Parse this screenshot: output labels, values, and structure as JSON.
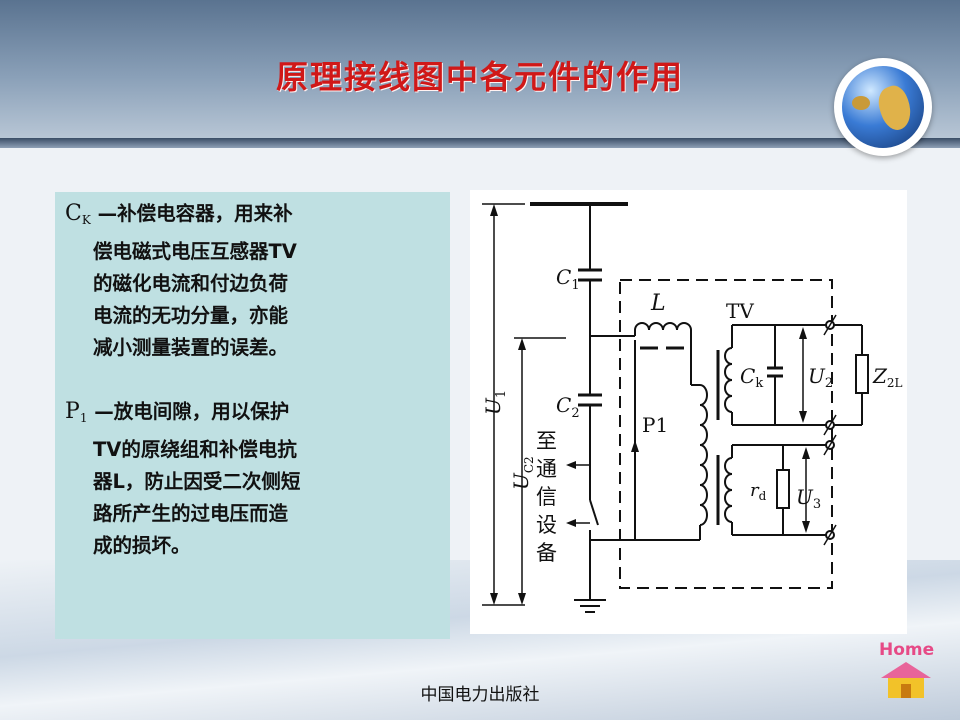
{
  "slide": {
    "title": "原理接线图中各元件的作用",
    "footer": "中国电力出版社",
    "home_label": "Home"
  },
  "text_panel": {
    "item1": {
      "symbol": "C",
      "subscript": "K",
      "first_line": "—补偿电容器，用来补",
      "lines": [
        "偿电磁式电压互感器TV",
        "的磁化电流和付边负荷",
        "电流的无功分量，亦能",
        "减小测量装置的误差。"
      ]
    },
    "item2": {
      "symbol": "P",
      "subscript": "1",
      "first_line": "—放电间隙，用以保护",
      "lines": [
        "TV的原绕组和补偿电抗",
        "器L，防止因受二次侧短",
        "路所产生的过电压而造",
        "成的损坏。"
      ]
    }
  },
  "diagram": {
    "labels": {
      "u1": "U",
      "u1_sub": "1",
      "uc2": "U",
      "uc2_sub": "C2",
      "c1": "C",
      "c1_sub": "1",
      "c2": "C",
      "c2_sub": "2",
      "l": "L",
      "tv": "TV",
      "p1": "P1",
      "ck": "C",
      "ck_sub": "k",
      "u2": "U",
      "u2_sub": "2",
      "z2l": "Z",
      "z2l_sub": "2L",
      "rd": "r",
      "rd_sub": "d",
      "u3": "U",
      "u3_sub": "3",
      "comm": [
        "至",
        "通",
        "信",
        "设",
        "备"
      ]
    }
  },
  "colors": {
    "title": "#d01818",
    "panel_bg": "#bfe0e2",
    "home_text": "#e64a86",
    "home_roof": "#e8649a",
    "home_body": "#f2c229"
  }
}
